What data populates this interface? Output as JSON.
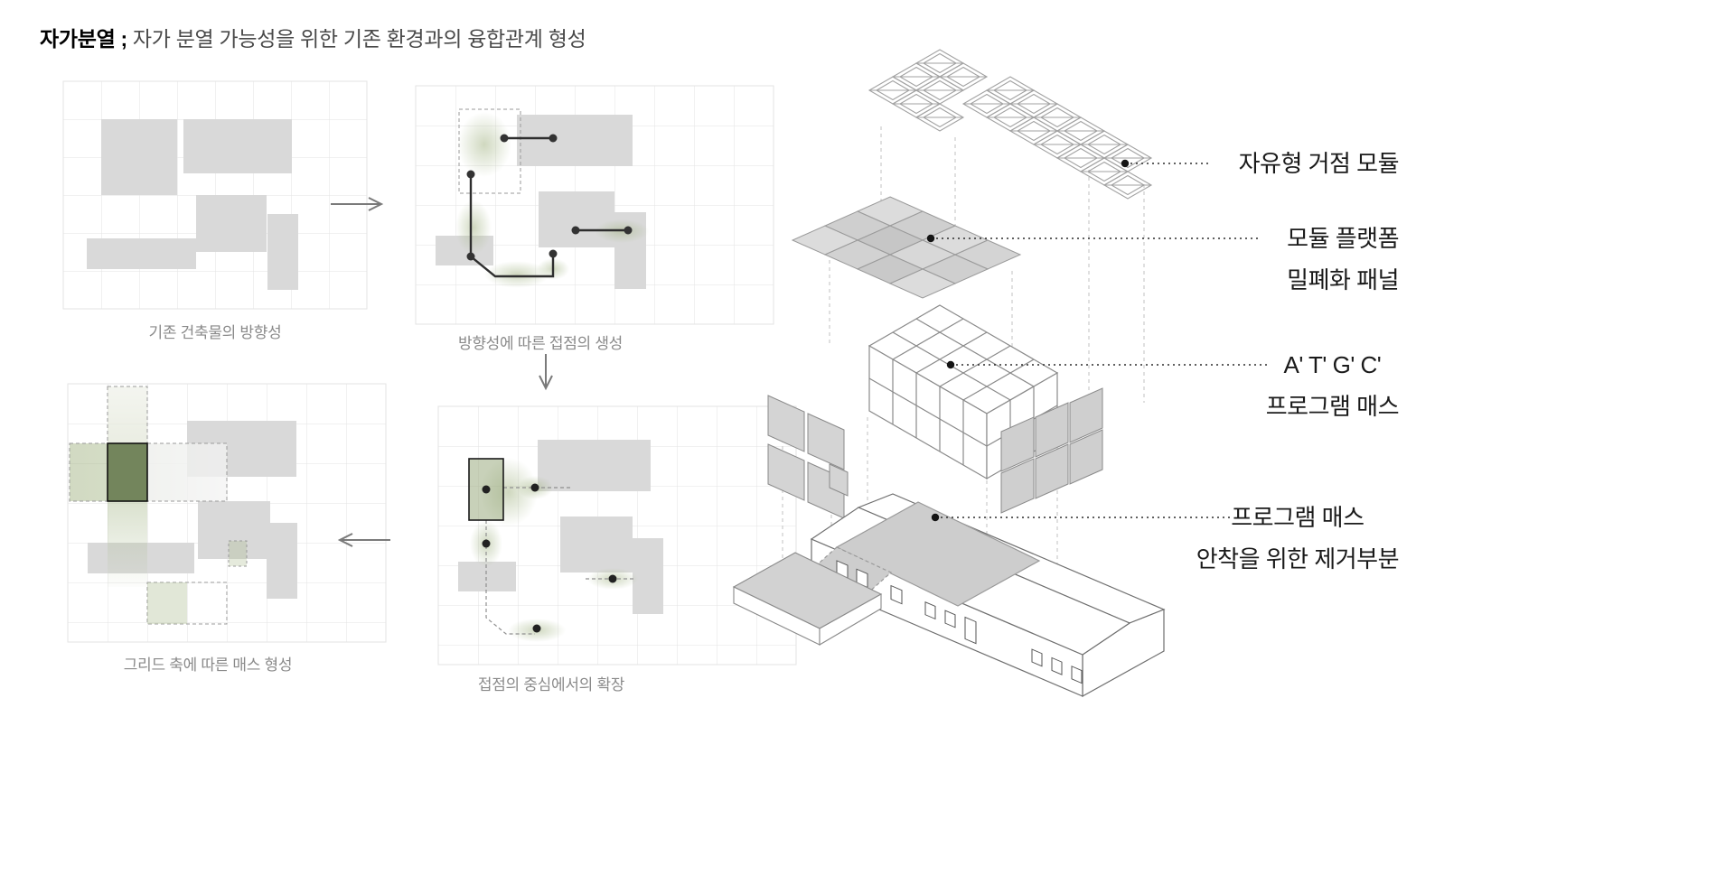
{
  "title": {
    "emphasis": "자가분열 ;",
    "rest": "자가 분열 가능성을 위한 기존 환경과의 융합관계 형성"
  },
  "process": {
    "step1_caption": "기존 건축물의 방향성",
    "step2_caption": "방향성에 따른 접점의 생성",
    "step3_caption": "접점의 중심에서의 확장",
    "step4_caption": "그리드 축에 따른 매스 형성"
  },
  "axon_labels": {
    "module": {
      "line1": "자유형 거점 모듈",
      "line2": ""
    },
    "platform": {
      "line1": "모듈 플랫폼",
      "line2": "밀폐화 패널"
    },
    "program_mass": {
      "line1": "A' T' G' C'",
      "line2": "프로그램 매스"
    },
    "removal": {
      "line1": "프로그램 매스",
      "line2": "안착을 위한 제거부분"
    }
  },
  "colors": {
    "block_gray": "#d9d9d9",
    "grid_line": "#e3e3e3",
    "accent_green_dark": "#73855c",
    "accent_green_light": "#a8b98c",
    "line_gray": "#8a8a8a",
    "dot_black": "#1a1a1a"
  }
}
